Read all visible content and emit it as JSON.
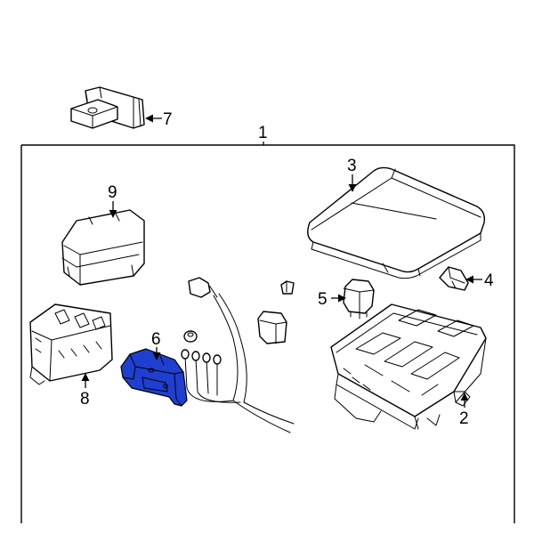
{
  "diagram": {
    "highlight_color": "#1f3fd1",
    "line_color": "#000000",
    "background": "#ffffff",
    "callouts": [
      "1",
      "2",
      "3",
      "4",
      "5",
      "6",
      "7",
      "8",
      "9"
    ],
    "highlighted_part": "6"
  }
}
